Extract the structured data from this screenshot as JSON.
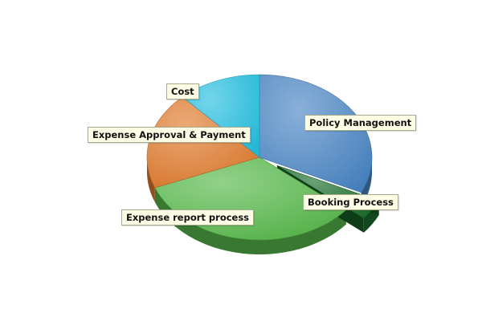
{
  "chart_data": {
    "type": "pie",
    "style": "3d-exploded",
    "slices": [
      {
        "label": "Policy Management",
        "value": 32,
        "color": "#4a86c5"
      },
      {
        "label": "Booking Process",
        "value": 4,
        "color": "#1a6e2c"
      },
      {
        "label": "Expense report process",
        "value": 33,
        "color": "#56b84a"
      },
      {
        "label": "Expense Approval & Payment",
        "value": 19,
        "color": "#e07a2c"
      },
      {
        "label": "Cost",
        "value": 12,
        "color": "#26c0e0"
      }
    ]
  }
}
